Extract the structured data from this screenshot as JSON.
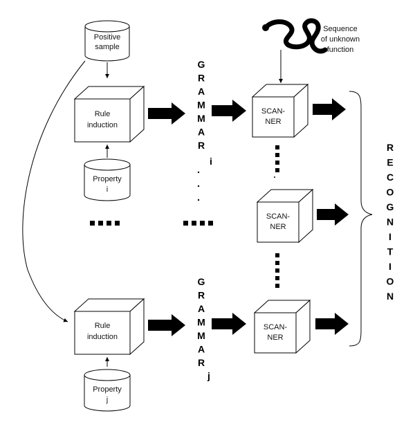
{
  "positive_sample": [
    "Positive",
    "sample"
  ],
  "rule_induction": [
    "Rule",
    "induction"
  ],
  "property_i": [
    "Property",
    "i"
  ],
  "property_j": [
    "Property",
    "j"
  ],
  "grammar_letters": [
    "G",
    "R",
    "A",
    "M",
    "M",
    "A",
    "R"
  ],
  "grammar_i_suffix": "i",
  "grammar_j_suffix": "j",
  "scanner": [
    "SCAN-",
    "NER"
  ],
  "sequence_label": [
    "Sequence",
    "of unknown",
    "function"
  ],
  "recognition_letters": [
    "R",
    "E",
    "C",
    "O",
    "G",
    "N",
    "I",
    "T",
    "I",
    "O",
    "N"
  ],
  "snake_color": "#000000"
}
